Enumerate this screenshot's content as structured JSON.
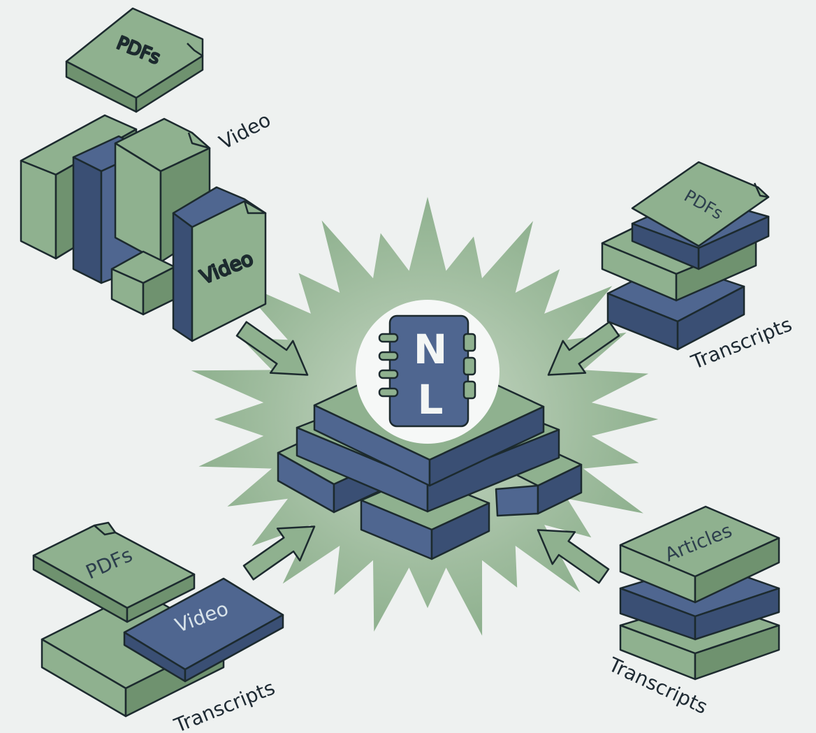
{
  "colors": {
    "background": "#eef1f0",
    "green": "#8fb18f",
    "green_dark": "#6f926f",
    "blue": "#4f6690",
    "blue_dark": "#3a4f74",
    "outline": "#1c2a2e",
    "burst": "#9cb99c",
    "logo_bg": "#f6f8f7"
  },
  "logo": {
    "letter_top": "N",
    "letter_bottom": "L",
    "icon": "notebook-icon"
  },
  "clusters": {
    "top_left": {
      "pdf_label": "PDFs",
      "video_label_outer": "Video",
      "video_label_inner": "Video"
    },
    "top_right": {
      "pdf_label": "PDFs",
      "transcripts_label": "Transcripts"
    },
    "bottom_left": {
      "pdf_label": "PDFs",
      "video_label": "Video",
      "transcripts_label": "Transcripts"
    },
    "bottom_right": {
      "articles_label": "Articles",
      "transcripts_label": "Transcripts"
    }
  }
}
